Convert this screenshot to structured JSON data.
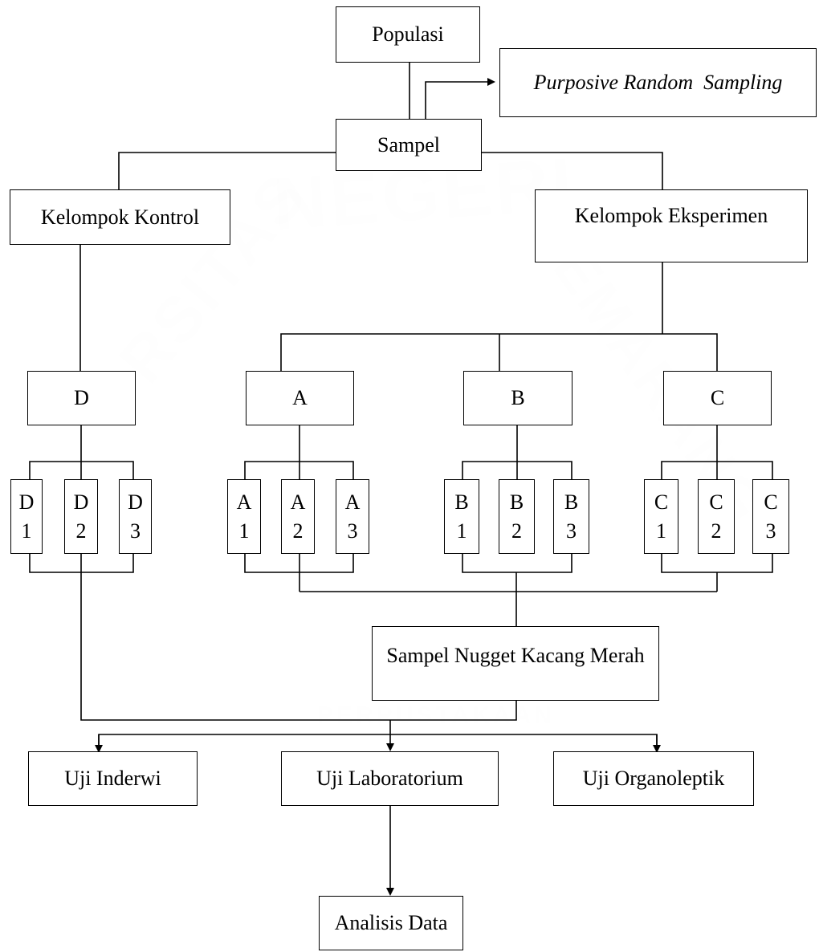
{
  "diagram": {
    "populasi": "Populasi",
    "sampling_method": "Purposive Random  Sampling",
    "sampel": "Sampel",
    "kelompok_kontrol": "Kelompok Kontrol",
    "kelompok_eksperimen": "Kelompok Eksperimen",
    "groups": {
      "d": "D",
      "a": "A",
      "b": "B",
      "c": "C"
    },
    "subgroups": {
      "d1": {
        "letter": "D",
        "num": "1"
      },
      "d2": {
        "letter": "D",
        "num": "2"
      },
      "d3": {
        "letter": "D",
        "num": "3"
      },
      "a1": {
        "letter": "A",
        "num": "1"
      },
      "a2": {
        "letter": "A",
        "num": "2"
      },
      "a3": {
        "letter": "A",
        "num": "3"
      },
      "b1": {
        "letter": "B",
        "num": "1"
      },
      "b2": {
        "letter": "B",
        "num": "2"
      },
      "b3": {
        "letter": "B",
        "num": "3"
      },
      "c1": {
        "letter": "C",
        "num": "1"
      },
      "c2": {
        "letter": "C",
        "num": "2"
      },
      "c3": {
        "letter": "C",
        "num": "3"
      }
    },
    "sampel_nugget": "Sampel Nugget Kacang Merah",
    "uji_inderwi": "Uji Inderwi",
    "uji_laboratorium": "Uji Laboratorium",
    "uji_organoleptik": "Uji Organoleptik",
    "analisis_data": "Analisis Data"
  },
  "watermark": {
    "arc_text": "NEGERI",
    "left_text": "RSITAS",
    "right_text": "SEMARANG",
    "center_text": "PERPUSTAKAAN"
  },
  "colors": {
    "line": "#000000",
    "text": "#000000",
    "background": "#ffffff"
  }
}
